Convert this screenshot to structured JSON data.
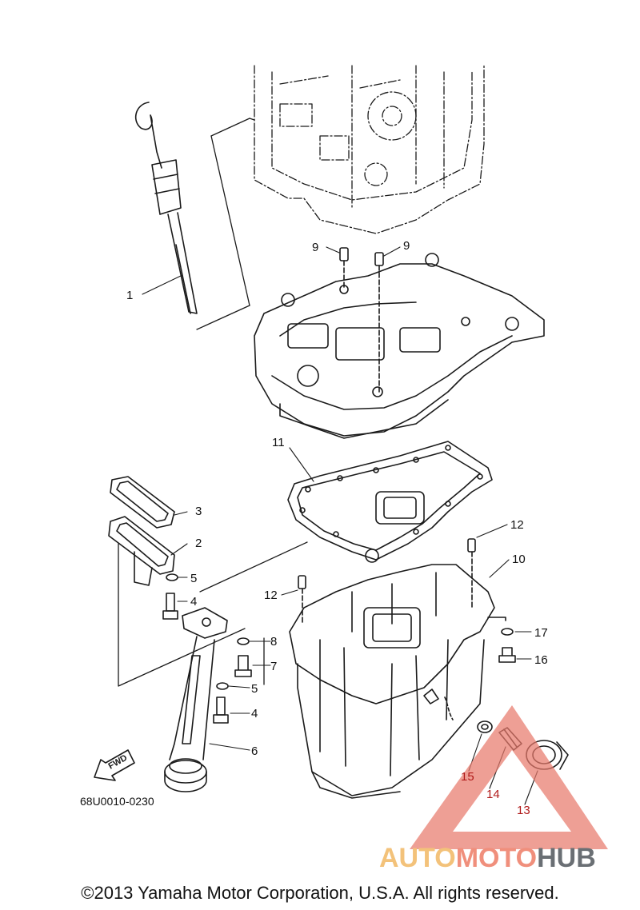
{
  "diagram": {
    "callouts": [
      {
        "id": "1",
        "label": "1"
      },
      {
        "id": "2",
        "label": "2"
      },
      {
        "id": "3",
        "label": "3"
      },
      {
        "id": "4a",
        "label": "4"
      },
      {
        "id": "4b",
        "label": "4"
      },
      {
        "id": "5a",
        "label": "5"
      },
      {
        "id": "5b",
        "label": "5"
      },
      {
        "id": "6",
        "label": "6"
      },
      {
        "id": "7",
        "label": "7"
      },
      {
        "id": "8",
        "label": "8"
      },
      {
        "id": "9a",
        "label": "9"
      },
      {
        "id": "9b",
        "label": "9"
      },
      {
        "id": "10",
        "label": "10"
      },
      {
        "id": "11",
        "label": "11"
      },
      {
        "id": "12a",
        "label": "12"
      },
      {
        "id": "12b",
        "label": "12"
      },
      {
        "id": "13",
        "label": "13"
      },
      {
        "id": "14",
        "label": "14"
      },
      {
        "id": "15",
        "label": "15"
      },
      {
        "id": "16",
        "label": "16"
      },
      {
        "id": "17",
        "label": "17"
      }
    ],
    "fwd_label": "FWD",
    "drawing_code": "68U0010-0230"
  },
  "watermark": {
    "part1": "AUTO",
    "part2": "MOTO",
    "part3": "HUB"
  },
  "footer": {
    "copyright": "©2013 Yamaha Motor Corporation, U.S.A. All rights reserved."
  },
  "colors": {
    "line": "#1a1a1a",
    "watermark_red": "#e87a6c",
    "watermark_orange": "#f3c27a",
    "watermark_gray": "#6a6f74"
  }
}
